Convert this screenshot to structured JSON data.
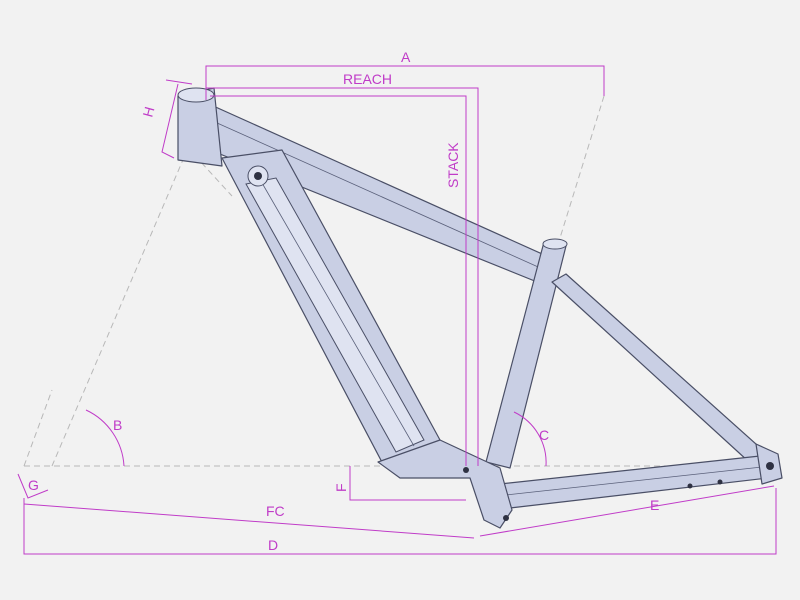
{
  "labels": {
    "a": "A",
    "reach": "REACH",
    "stack": "STACK",
    "h": "H",
    "b": "B",
    "c": "C",
    "g": "G",
    "f": "F",
    "fc": "FC",
    "d": "D",
    "e": "E"
  },
  "colors": {
    "background": "#f2f2f2",
    "dimension": "#c03cc8",
    "frame_fill": "#c9cfe4",
    "frame_outline": "#4a4f66",
    "construction": "#b8b8b8"
  }
}
